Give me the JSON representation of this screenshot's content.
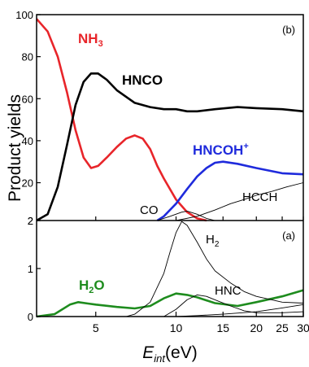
{
  "chart_data": {
    "type": "line",
    "ylabel": "Product yields",
    "xlabel": {
      "main": "E",
      "sub": "int",
      "unit": "(eV)"
    },
    "x_scale": "log",
    "xlim": [
      3,
      30
    ],
    "x_ticks": [
      5,
      10,
      15,
      20,
      25,
      30
    ],
    "panels": [
      {
        "id": "b",
        "label": "(b)",
        "ylim": [
          2,
          100
        ],
        "y_ticks": [
          2,
          20,
          40,
          60,
          80,
          100
        ],
        "series": [
          {
            "name": "NH3",
            "label_main": "NH",
            "label_sub": "3",
            "color": "#e8252a",
            "x": [
              3.0,
              3.3,
              3.6,
              3.9,
              4.2,
              4.5,
              4.8,
              5.1,
              5.5,
              6.0,
              6.5,
              7.0,
              7.5,
              8.0,
              8.5,
              9.0,
              10.0,
              11.0,
              12.0,
              13.0
            ],
            "y": [
              98,
              92,
              80,
              63,
              45,
              32,
              27,
              28,
              32,
              37,
              41,
              42.5,
              41,
              36,
              28,
              22,
              12,
              6,
              3,
              2
            ]
          },
          {
            "name": "HNCO",
            "label_main": "HNCO",
            "color": "#000000",
            "x": [
              3.0,
              3.3,
              3.6,
              3.9,
              4.2,
              4.5,
              4.8,
              5.1,
              5.5,
              6.0,
              7.0,
              8.0,
              9.0,
              10.0,
              11.0,
              12.0,
              14.0,
              17.0,
              20.0,
              25.0,
              30.0
            ],
            "y": [
              2,
              5,
              18,
              38,
              57,
              68,
              72,
              72,
              69,
              64,
              58,
              56,
              55,
              55,
              54,
              54,
              55,
              56,
              55.5,
              55,
              54
            ]
          },
          {
            "name": "HNCOH+",
            "label_main": "HNCOH",
            "label_sup": "+",
            "color": "#1f2bdc",
            "x": [
              8.5,
              9.0,
              10.0,
              11.0,
              12.0,
              13.0,
              14.0,
              15.0,
              17.0,
              20.0,
              25.0,
              30.0
            ],
            "y": [
              2,
              4,
              10,
              17,
              23,
              27,
              29.5,
              30,
              29,
              27,
              24.5,
              24
            ]
          },
          {
            "name": "CO",
            "label_main": "CO",
            "color": "#000000",
            "x": [
              8.5,
              9.5,
              10.5,
              11.0,
              12.0,
              13.0,
              14.0
            ],
            "y": [
              2,
              4,
              6,
              6.5,
              5,
              3,
              2
            ]
          },
          {
            "name": "HCCH",
            "label_main": "HCCH",
            "color": "#000000",
            "x": [
              10.0,
              12.0,
              14.0,
              16.0,
              18.0,
              20.0,
              23.0,
              26.0,
              30.0
            ],
            "y": [
              2,
              4,
              7,
              10,
              12,
              14,
              16,
              18,
              20
            ]
          }
        ]
      },
      {
        "id": "a",
        "label": "(a)",
        "ylim": [
          0,
          2
        ],
        "y_ticks": [
          0,
          1,
          2
        ],
        "series": [
          {
            "name": "H2O",
            "label_main": "H",
            "label_sub": "2",
            "label_tail": "O",
            "color": "#1e8c1e",
            "x": [
              3.0,
              3.5,
              4.0,
              4.3,
              4.7,
              5.0,
              6.0,
              7.0,
              8.0,
              9.0,
              10.0,
              11.0,
              12.0,
              14.0,
              17.0,
              20.0,
              25.0,
              30.0
            ],
            "y": [
              0.0,
              0.05,
              0.25,
              0.3,
              0.27,
              0.25,
              0.2,
              0.17,
              0.22,
              0.38,
              0.48,
              0.45,
              0.4,
              0.28,
              0.22,
              0.3,
              0.42,
              0.55
            ]
          },
          {
            "name": "H2",
            "label_main": "H",
            "label_sub": "2",
            "color": "#000000",
            "x": [
              6.5,
              7.0,
              8.0,
              9.0,
              9.5,
              10.0,
              10.5,
              11.0,
              12.0,
              13.0,
              14.0,
              16.0,
              18.0,
              20.0,
              25.0,
              30.0
            ],
            "y": [
              0.0,
              0.05,
              0.3,
              0.9,
              1.35,
              1.75,
              1.98,
              1.9,
              1.55,
              1.2,
              0.95,
              0.7,
              0.52,
              0.42,
              0.3,
              0.28
            ]
          },
          {
            "name": "HNC",
            "label_main": "HNC",
            "color": "#000000",
            "x": [
              9.0,
              10.0,
              11.0,
              12.0,
              13.0,
              14.0,
              16.0,
              18.0,
              20.0,
              25.0,
              30.0
            ],
            "y": [
              0.0,
              0.15,
              0.35,
              0.45,
              0.42,
              0.35,
              0.22,
              0.12,
              0.08,
              0.08,
              0.1
            ]
          },
          {
            "name": "minor",
            "color": "#000000",
            "x": [
              10.0,
              12.0,
              15.0,
              20.0,
              25.0,
              30.0
            ],
            "y": [
              0.0,
              0.02,
              0.05,
              0.1,
              0.18,
              0.25
            ]
          }
        ]
      }
    ]
  }
}
